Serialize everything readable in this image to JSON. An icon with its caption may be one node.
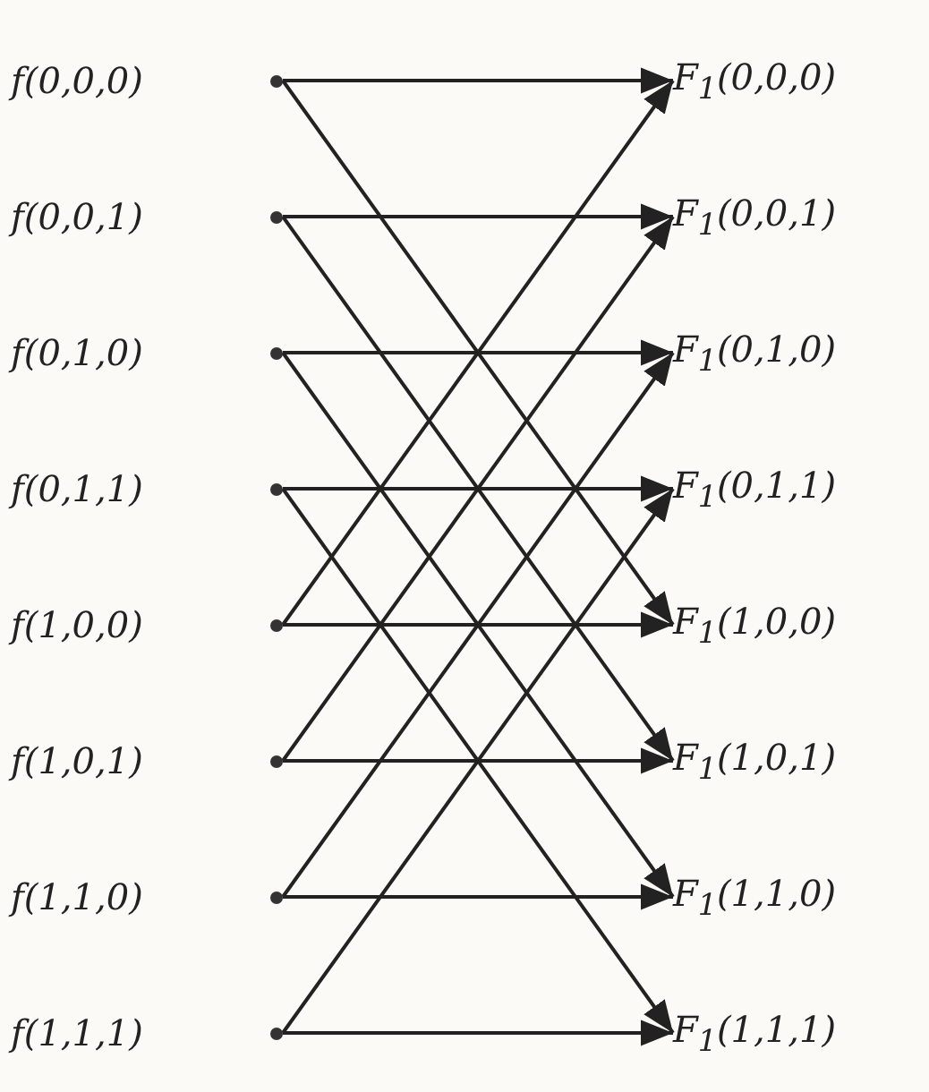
{
  "diagram": {
    "nodes": [
      {
        "text": [
          "f(0,0,0)"
        ]
      },
      {
        "text": [
          "f(0,0,1)"
        ]
      },
      {
        "text": [
          "f(0,1,0)"
        ]
      },
      {
        "text": [
          "f(0,1,1)"
        ]
      },
      {
        "text": [
          "f(1,0,0)"
        ]
      },
      {
        "text": [
          "f(1,0,1)"
        ]
      },
      {
        "text": [
          "f(1,1,0)"
        ]
      },
      {
        "text": [
          "f(1,1,1)"
        ]
      },
      {
        "text": [
          "F$_{1}$(0,0,0)"
        ]
      },
      {
        "text": [
          "F$_{1}$(0,0,1)"
        ]
      },
      {
        "text": [
          "F$_{1}$(0,1,0)"
        ]
      },
      {
        "text": [
          "F$_{1}$(0,1,1)"
        ]
      },
      {
        "text": [
          "F$_{1}$(1,0,0)"
        ]
      },
      {
        "text": [
          "F$_{1}$(1,0,1)"
        ]
      },
      {
        "text": [
          "F$_{1}$(1,1,0)"
        ]
      },
      {
        "text": [
          "F$_{1}$(1,1,1)"
        ]
      }
    ],
    "edges": [
      {
        "from": 0,
        "to": 8,
        "arrow": "to"
      },
      {
        "from": 0,
        "to": 12,
        "arrow": "to"
      },
      {
        "from": 1,
        "to": 9,
        "arrow": "to"
      },
      {
        "from": 1,
        "to": 13,
        "arrow": "to"
      },
      {
        "from": 2,
        "to": 10,
        "arrow": "to"
      },
      {
        "from": 2,
        "to": 14,
        "arrow": "to"
      },
      {
        "from": 3,
        "to": 11,
        "arrow": "to"
      },
      {
        "from": 3,
        "to": 15,
        "arrow": "to"
      },
      {
        "from": 4,
        "to": 8,
        "arrow": "to"
      },
      {
        "from": 4,
        "to": 12,
        "arrow": "to"
      },
      {
        "from": 5,
        "to": 9,
        "arrow": "to"
      },
      {
        "from": 5,
        "to": 13,
        "arrow": "to"
      },
      {
        "from": 6,
        "to": 10,
        "arrow": "to"
      },
      {
        "from": 6,
        "to": 14,
        "arrow": "to"
      },
      {
        "from": 7,
        "to": 11,
        "arrow": "to"
      },
      {
        "from": 7,
        "to": 15,
        "arrow": "to"
      }
    ]
  }
}
